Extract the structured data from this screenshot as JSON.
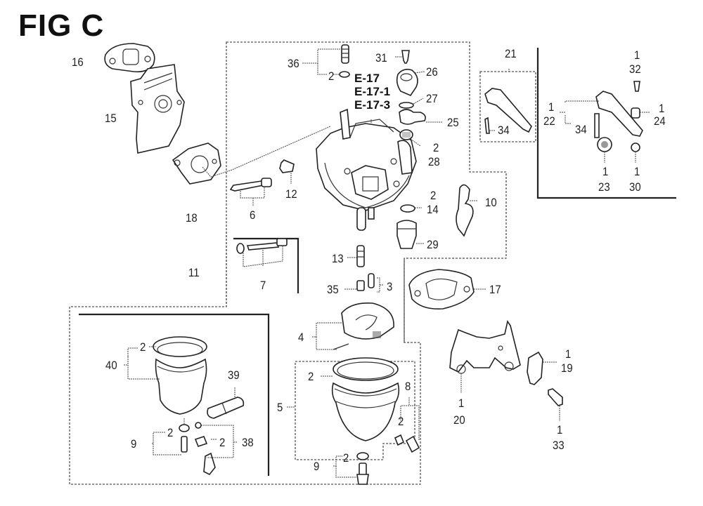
{
  "figure": {
    "title": "FIG C",
    "subject": "carburetor assembly exploded parts diagram"
  },
  "reference_codes": [
    "E-17",
    "E-17-1",
    "E-17-3"
  ],
  "callouts": {
    "c16": "16",
    "c15": "15",
    "c18": "18",
    "c36": "36",
    "c36q": "2",
    "c31": "31",
    "c26": "26",
    "c27": "27",
    "c25": "25",
    "c28q": "2",
    "c28": "28",
    "c6": "6",
    "c12": "12",
    "c14q": "2",
    "c14": "14",
    "c29": "29",
    "c10": "10",
    "c21": "21",
    "c34a": "34",
    "c22q": "1",
    "c22": "22",
    "c34b": "34",
    "c32q": "1",
    "c32": "32",
    "c24q": "1",
    "c24": "24",
    "c23q": "1",
    "c23": "23",
    "c30q": "1",
    "c30": "30",
    "c11": "11",
    "c7": "7",
    "c13": "13",
    "c35": "35",
    "c3": "3",
    "c17": "17",
    "c4": "4",
    "c40q": "2",
    "c40": "40",
    "c39": "39",
    "c9aq": "2",
    "c9a": "9",
    "c38q": "2",
    "c38": "38",
    "c5": "5",
    "c5q": "2",
    "c8": "8",
    "c8q": "2",
    "c9bq": "2",
    "c9b": "9",
    "c20q": "1",
    "c20": "20",
    "c19q": "1",
    "c19": "19",
    "c33q": "1",
    "c33": "33"
  }
}
